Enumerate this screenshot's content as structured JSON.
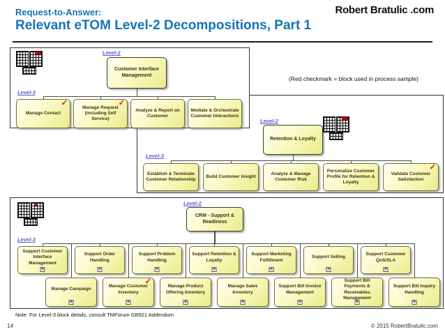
{
  "header": {
    "kicker": "Request-to-Answer:",
    "title": "Relevant eTOM Level-2 Decompositions, Part 1",
    "logo_text": "Robert Bratulic .com"
  },
  "annotation": "(Red checkmark = block used in process sample)",
  "labels": {
    "level2": "Level-2",
    "level3": "Level-3"
  },
  "icons": {
    "checkmark": "✓",
    "expander": "+",
    "minimap": "etom-framework-minimap"
  },
  "colors": {
    "title_blue": "#1573b5",
    "level_label_blue": "#5a5ad0",
    "box_fill_light": "#fffff2",
    "box_fill_dark": "#ebeb8a",
    "box_border": "#70702e",
    "checkmark_red": "#cc1111",
    "panel_border": "#333333"
  },
  "diagrams": [
    {
      "name": "customer-interface-management",
      "level2_label": "Customer Interface Management",
      "level3": [
        {
          "label": "Manage Contact",
          "checked": true
        },
        {
          "label": "Manage Request (Including Self Service)",
          "checked": true
        },
        {
          "label": "Analyze & Report on Customer",
          "checked": false
        },
        {
          "label": "Mediate & Orchestrate Customer Interactions",
          "checked": false
        }
      ]
    },
    {
      "name": "retention-and-loyalty",
      "level2_label": "Retention & Loyalty",
      "level3": [
        {
          "label": "Establish & Terminate Customer Relationship",
          "checked": false
        },
        {
          "label": "Build Customer Insight",
          "checked": false
        },
        {
          "label": "Analyze & Manage Customer Risk",
          "checked": false
        },
        {
          "label": "Personalize Customer Profile for Retention & Loyalty",
          "checked": false
        },
        {
          "label": "Validate Customer Satisfaction",
          "checked": true
        }
      ]
    },
    {
      "name": "crm-support-and-readiness",
      "level2_label": "CRM - Support & Readiness",
      "level3_row1": [
        {
          "label": "Support Customer Interface Management",
          "checked": false
        },
        {
          "label": "Support Order Handling",
          "checked": false
        },
        {
          "label": "Support Problem Handling",
          "checked": false
        },
        {
          "label": "Support Retention & Loyalty",
          "checked": false
        },
        {
          "label": "Support Marketing Fulfillment",
          "checked": false
        },
        {
          "label": "Support Selling",
          "checked": false
        },
        {
          "label": "Support Customer QoS/SLA",
          "checked": false
        }
      ],
      "level3_row2": [
        {
          "label": "Manage Campaign",
          "checked": false
        },
        {
          "label": "Manage Customer Inventory",
          "checked": true
        },
        {
          "label": "Manage Product Offering Inventory",
          "checked": false
        },
        {
          "label": "Manage Sales Inventory",
          "checked": false
        },
        {
          "label": "Support Bill Invoice Management",
          "checked": false
        },
        {
          "label": "Support Bill Payments & Receivables Management",
          "checked": false
        },
        {
          "label": "Support Bill Inquiry Handling",
          "checked": false
        }
      ]
    }
  ],
  "note": "Note: For Level-3 block details, consult TMForum GB921 Addendum",
  "footer": {
    "page_number": "14",
    "copyright": "© 2015 RobertBratulic.com"
  }
}
